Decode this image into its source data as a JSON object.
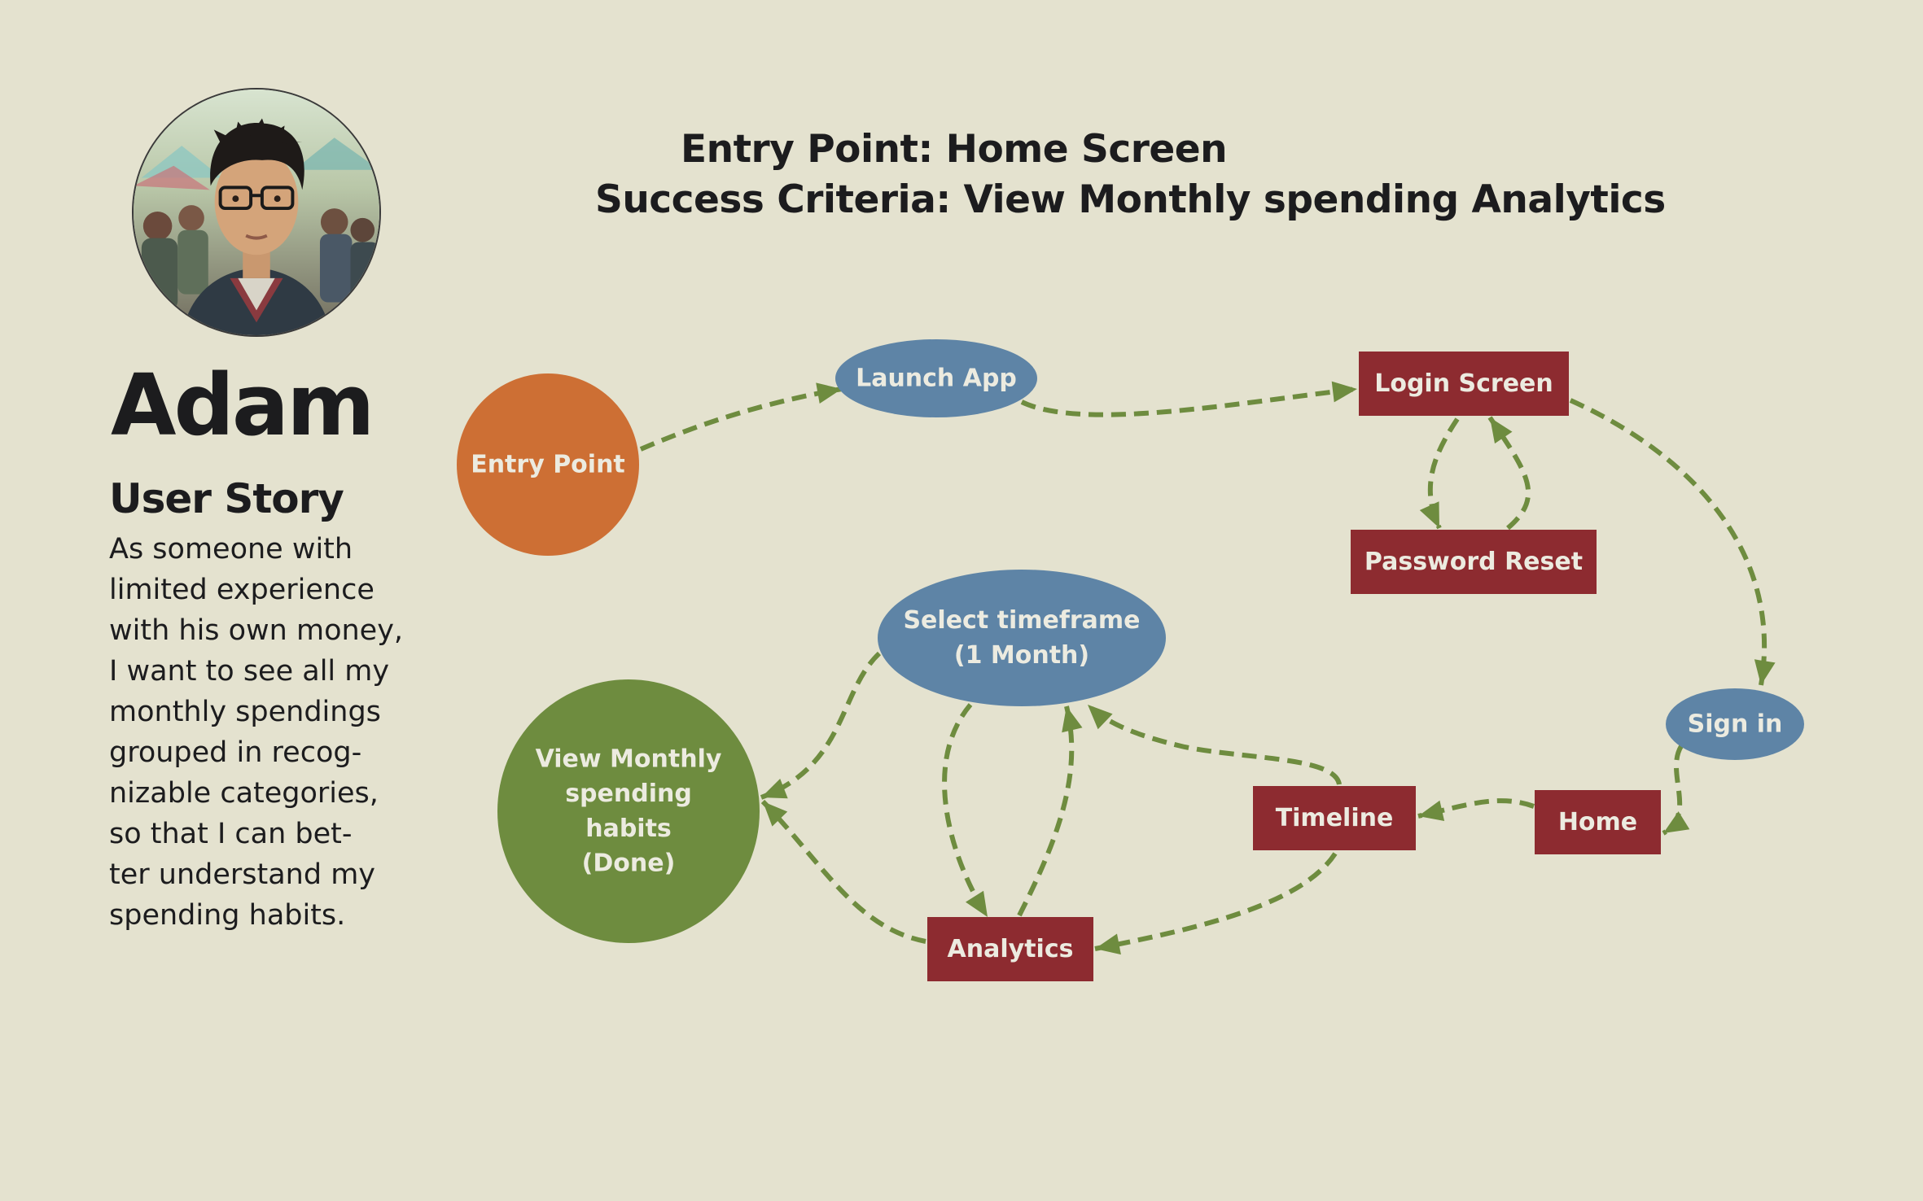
{
  "persona": {
    "name": "Adam",
    "photo_icon": "persona-photo"
  },
  "user_story": {
    "heading": "User Story",
    "lines": [
      "As someone with",
      "limited experience",
      "with his own money,",
      "I want to see all my",
      "monthly spendings",
      "grouped in recog-",
      "nizable categories,",
      "so that I can bet-",
      "ter understand my",
      "spending habits."
    ]
  },
  "titles": {
    "entry_point": "Entry Point: Home Screen",
    "success_criteria": "Success Criteria: View Monthly spending Analytics"
  },
  "colors": {
    "background": "#e4e2cf",
    "start_node": "#cd6f34",
    "screen_node": "#8d2b30",
    "action_node": "#5e84a6",
    "done_node": "#6e8c3f",
    "arrow": "#6e8c3f",
    "label": "#ecebe0"
  },
  "diagram": {
    "nodes": [
      {
        "id": "entry",
        "kind": "start",
        "lines": [
          "Entry Point"
        ]
      },
      {
        "id": "launch",
        "kind": "action",
        "lines": [
          "Launch App"
        ]
      },
      {
        "id": "login",
        "kind": "screen",
        "lines": [
          "Login Screen"
        ]
      },
      {
        "id": "reset",
        "kind": "screen",
        "lines": [
          "Password Reset"
        ]
      },
      {
        "id": "signin",
        "kind": "action",
        "lines": [
          "Sign in"
        ]
      },
      {
        "id": "home",
        "kind": "screen",
        "lines": [
          "Home"
        ]
      },
      {
        "id": "timeline",
        "kind": "screen",
        "lines": [
          "Timeline"
        ]
      },
      {
        "id": "select",
        "kind": "action",
        "lines": [
          "Select timeframe",
          "(1 Month)"
        ]
      },
      {
        "id": "analytics",
        "kind": "screen",
        "lines": [
          "Analytics"
        ]
      },
      {
        "id": "done",
        "kind": "done",
        "lines": [
          "View Monthly",
          "spending",
          "habits",
          "(Done)"
        ]
      }
    ],
    "edges": [
      {
        "from": "entry",
        "to": "launch"
      },
      {
        "from": "launch",
        "to": "login"
      },
      {
        "from": "login",
        "to": "reset"
      },
      {
        "from": "reset",
        "to": "login"
      },
      {
        "from": "login",
        "to": "signin"
      },
      {
        "from": "signin",
        "to": "home"
      },
      {
        "from": "home",
        "to": "timeline"
      },
      {
        "from": "timeline",
        "to": "select"
      },
      {
        "from": "timeline",
        "to": "analytics"
      },
      {
        "from": "select",
        "to": "analytics"
      },
      {
        "from": "analytics",
        "to": "select"
      },
      {
        "from": "select",
        "to": "done"
      },
      {
        "from": "analytics",
        "to": "done"
      }
    ]
  }
}
